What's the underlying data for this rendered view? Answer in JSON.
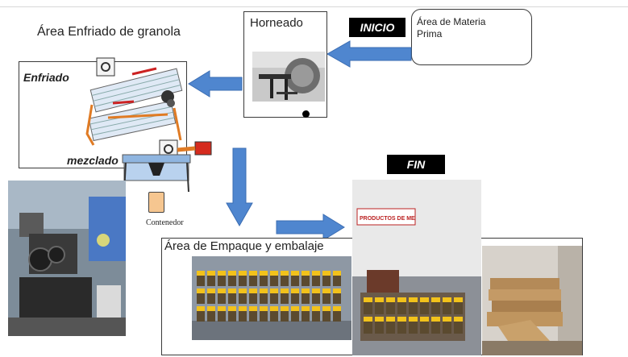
{
  "title": "Área Enfriado de granola",
  "raw_material": "Área de Materia Prima",
  "start_label": "INICIO",
  "baking": "Horneado",
  "cooling": "Enfriado",
  "mixing": "mezclado",
  "container": "Contenedor",
  "end_label": "FIN",
  "packing": "Área de Empaque y embalaje",
  "sign_text": "PRODUCTOS DE ME",
  "colors": {
    "arrow": "#4f86cf",
    "arrow_edge": "#3b6db3",
    "tag_bg": "#000000",
    "jar_lid": "#f2c21b"
  }
}
